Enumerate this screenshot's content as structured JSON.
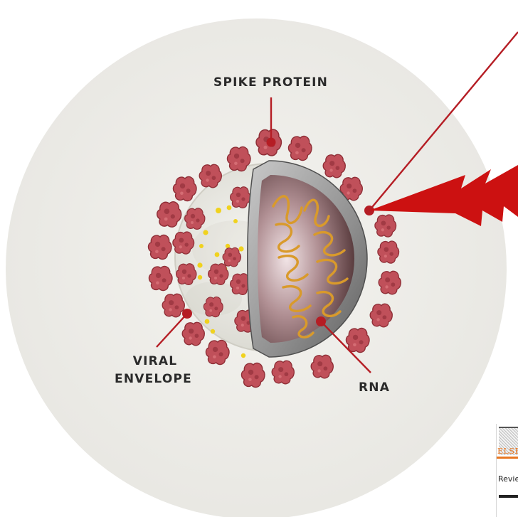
{
  "labels": {
    "spike_protein": "SPIKE PROTEIN",
    "viral_envelope_line1": "VIRAL",
    "viral_envelope_line2": "ENVELOPE",
    "rna": "RNA"
  },
  "journal_card": {
    "publisher_fragment": "ELSE",
    "section_fragment": "Revie"
  },
  "colors": {
    "background_circle": "#ecebe7",
    "spike": "#c0505a",
    "spike_dark": "#8e2e36",
    "envelope": "#e9e8e2",
    "membrane": "#9a9a9a",
    "interior": "#6f4a4c",
    "rna_strand": "#d99a2b",
    "leader_line": "#b51d24",
    "accent_red": "#cc1111",
    "yellow_dots": "#f0d21e"
  }
}
